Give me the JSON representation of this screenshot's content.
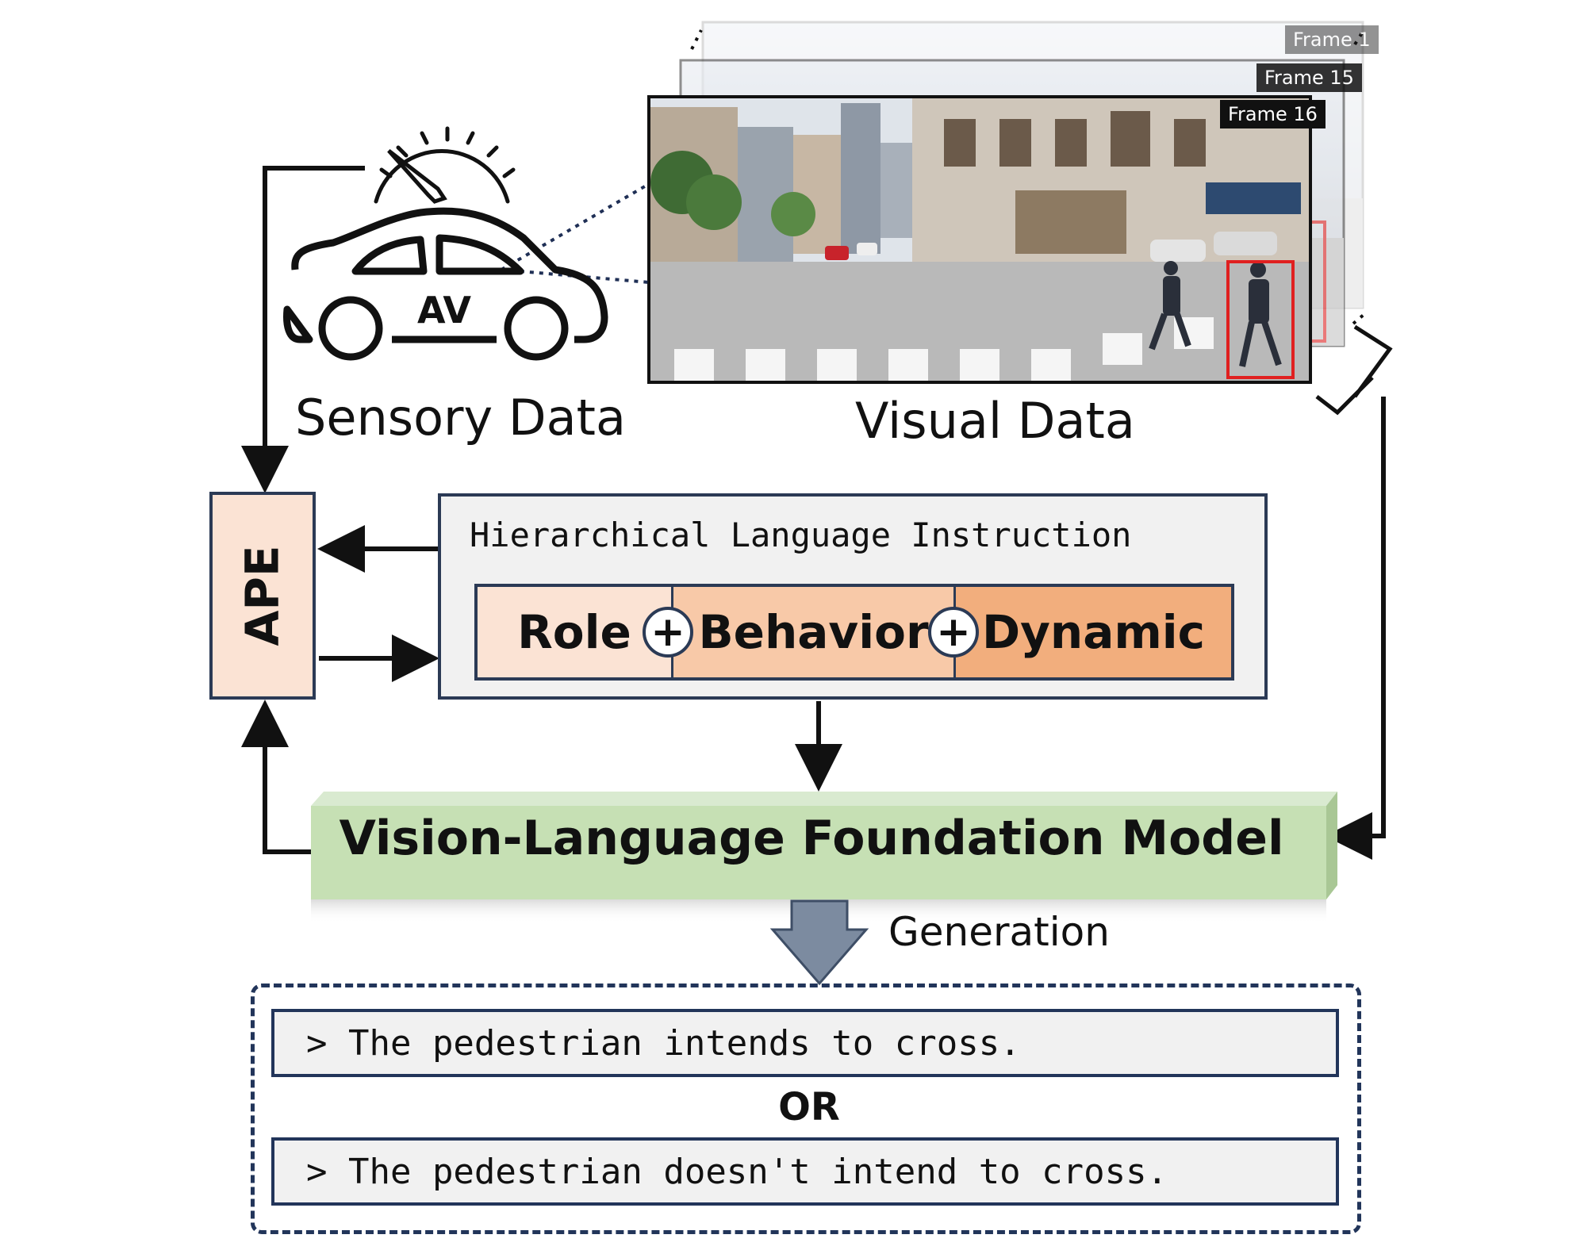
{
  "frames": [
    {
      "tag": "Frame 1"
    },
    {
      "tag": "Frame 15"
    },
    {
      "tag": "Frame 16"
    }
  ],
  "sensory": {
    "car_label": "AV",
    "label": "Sensory Data"
  },
  "visual": {
    "label": "Visual Data"
  },
  "ape": {
    "label": "APE"
  },
  "instruction": {
    "title": "Hierarchical Language Instruction",
    "segments": [
      "Role",
      "Behavior",
      "Dynamic"
    ],
    "segment_colors": [
      "#fbe3d4",
      "#f8c9a8",
      "#f2ae7d"
    ]
  },
  "vlm": {
    "label": "Vision-Language Foundation Model",
    "color": "#c6e0b4"
  },
  "generation": {
    "label": "Generation"
  },
  "outputs": {
    "option_1": "> The pedestrian intends to cross.",
    "separator": "OR",
    "option_2": "> The pedestrian doesn't intend to cross."
  },
  "icons": [
    "speedometer-icon",
    "car-icon",
    "plus-icon"
  ]
}
